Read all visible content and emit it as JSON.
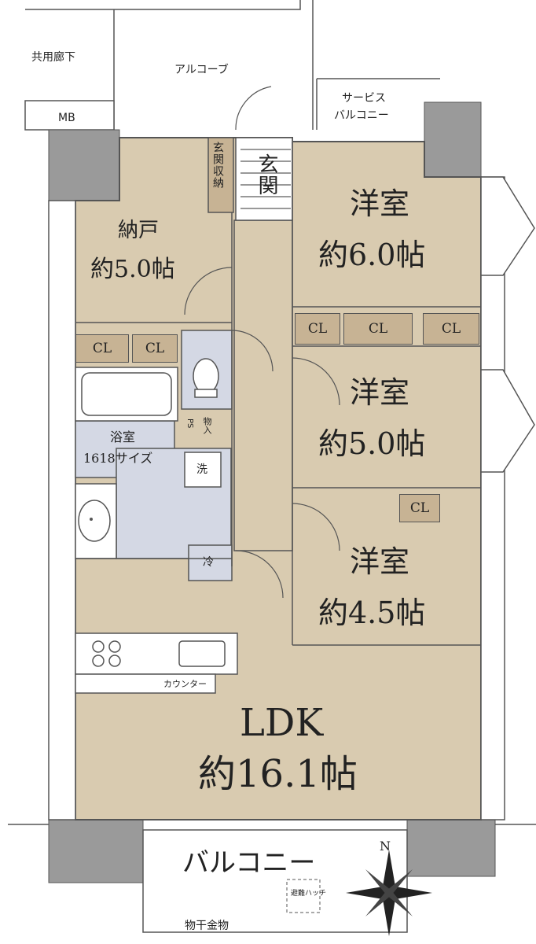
{
  "rooms": {
    "storage": {
      "name": "納戸",
      "size": "約5.0帖"
    },
    "western1": {
      "name": "洋室",
      "size": "約6.0帖"
    },
    "western2": {
      "name": "洋室",
      "size": "約5.0帖"
    },
    "western3": {
      "name": "洋室",
      "size": "約4.5帖"
    },
    "ldk": {
      "name": "LDK",
      "size": "約16.1帖"
    },
    "bath": {
      "name": "浴室",
      "size": "1618サイズ"
    },
    "entrance": "玄関",
    "entrance_storage": "玄関収納",
    "balcony": "バルコニー",
    "service_balcony_line1": "サービス",
    "service_balcony_line2": "バルコニー"
  },
  "exterior": {
    "corridor": "共用廊下",
    "alcove": "アルコーブ",
    "mb": "MB",
    "drying_rack": "物干金物",
    "counter": "カウンター",
    "evac": "避難ハッチ",
    "north": "N"
  },
  "fixtures": {
    "cl": "CL",
    "ps": "PS",
    "storage_small": "物入",
    "washer": "洗",
    "fridge": "冷"
  },
  "colors": {
    "floor": "#d9cbb0",
    "wetarea": "#d4d8e4",
    "closet": "#c7b394",
    "wall": "#9a9a9a",
    "outline": "#555555"
  }
}
